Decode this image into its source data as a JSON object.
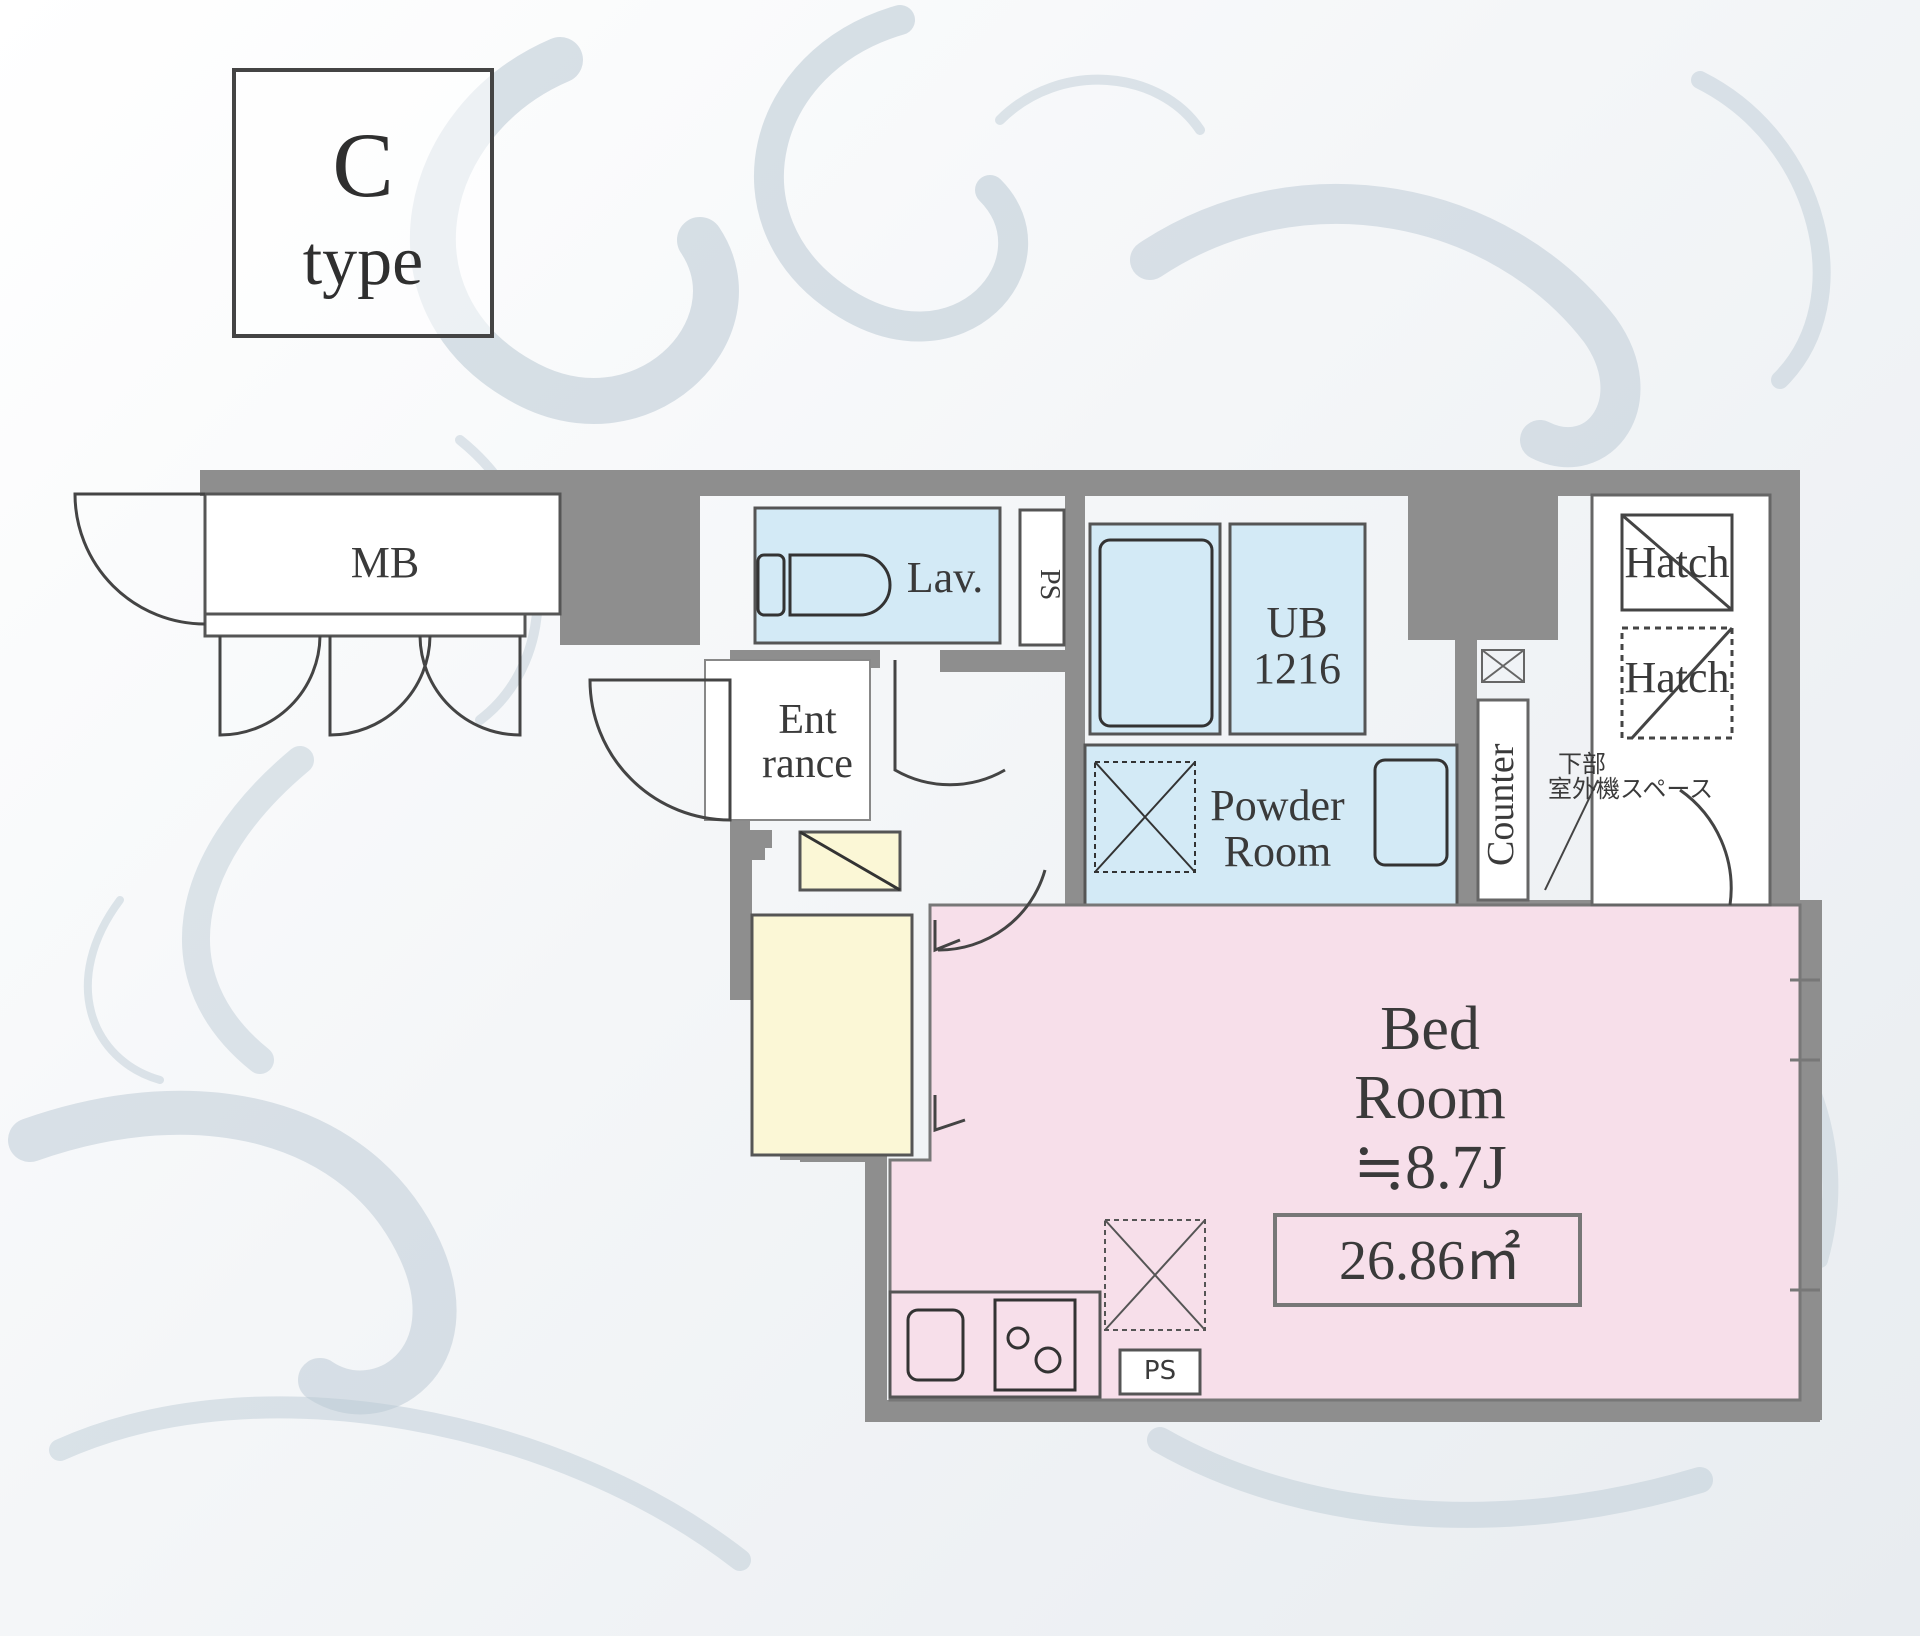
{
  "type_badge": {
    "letter": "C",
    "word": "type"
  },
  "rooms": {
    "mb": "MB",
    "lav": "Lav.",
    "ps_vertical": "PS",
    "ub_line1": "UB",
    "ub_line2": "1216",
    "hatch_1": "Hatch",
    "hatch_2": "Hatch",
    "entrance_line1": "Ent",
    "entrance_line2": "rance",
    "powder_line1": "Powder",
    "powder_line2": "Room",
    "counter": "Counter",
    "outdoor_line1": "下部",
    "outdoor_line2": "室外機スペース",
    "bed_line1": "Bed",
    "bed_line2": "Room",
    "bed_size": "≒8.7J",
    "area": "26.86㎡",
    "ps_bottom": "PS"
  },
  "colors": {
    "wall": "#8e8e8e",
    "bedroom": "#f7dfea",
    "wet_area": "#d3eaf6",
    "shoe_storage": "#fbf7d6",
    "ornament": "#b9c8d3"
  }
}
